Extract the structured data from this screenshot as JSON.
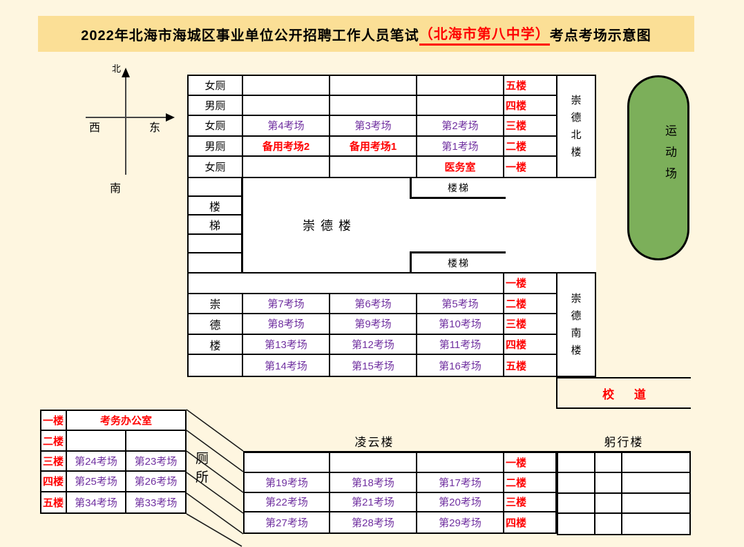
{
  "page": {
    "bg": "#FEF6E0"
  },
  "title": {
    "prefix": "2022年北海市海城区事业单位公开招聘工作人员笔试",
    "highlight": "（北海市第八中学）",
    "suffix": "考点考场示意图",
    "bar_bg": "#FBDF96"
  },
  "compass": {
    "north": "北",
    "west": "西",
    "east": "东",
    "south": "南"
  },
  "sports_field": {
    "label": "运动场",
    "color": "#7CAF5A"
  },
  "north_building": {
    "label": "崇德北楼",
    "rows": [
      {
        "c0": "女厕",
        "c1": "",
        "c2": "",
        "c3": "",
        "floor": "五楼"
      },
      {
        "c0": "男厕",
        "c1": "",
        "c2": "",
        "c3": "",
        "floor": "四楼"
      },
      {
        "c0": "女厕",
        "c1": "第4考场",
        "c2": "第3考场",
        "c3": "第2考场",
        "floor": "三楼"
      },
      {
        "c0": "男厕",
        "c1": "备用考场2",
        "c2": "备用考场1",
        "c3": "第1考场",
        "floor": "二楼"
      },
      {
        "c0": "女厕",
        "c1": "",
        "c2": "",
        "c3": "医务室",
        "floor": "一楼"
      }
    ]
  },
  "middle": {
    "building": "崇德楼",
    "stairs_chars": [
      "楼",
      "梯"
    ],
    "stairs_top": "楼梯",
    "stairs_bottom": "楼梯"
  },
  "south_building": {
    "label": "崇德南楼",
    "rows": [
      {
        "merged": "",
        "floor": "一楼"
      },
      {
        "left": "崇",
        "c1": "第7考场",
        "c2": "第6考场",
        "c3": "第5考场",
        "floor": "二楼"
      },
      {
        "left": "德",
        "c1": "第8考场",
        "c2": "第9考场",
        "c3": "第10考场",
        "floor": "三楼"
      },
      {
        "left": "楼",
        "c1": "第13考场",
        "c2": "第12考场",
        "c3": "第11考场",
        "floor": "四楼"
      },
      {
        "left": "",
        "c1": "第14考场",
        "c2": "第15考场",
        "c3": "第16考场",
        "floor": "五楼"
      }
    ]
  },
  "road": {
    "label": "校 道"
  },
  "office_building": {
    "rows": [
      {
        "floor": "一楼",
        "merged": "考务办公室"
      },
      {
        "floor": "二楼",
        "c1": "",
        "c2": ""
      },
      {
        "floor": "三楼",
        "c1": "第24考场",
        "c2": "第23考场"
      },
      {
        "floor": "四楼",
        "c1": "第25考场",
        "c2": "第26考场"
      },
      {
        "floor": "五楼",
        "c1": "第34考场",
        "c2": "第33考场"
      }
    ]
  },
  "toilet": {
    "label": "厕所"
  },
  "lingyun": {
    "title": "凌云楼",
    "rows": [
      {
        "c1": "",
        "c2": "",
        "c3": "",
        "floor": "一楼"
      },
      {
        "c1": "第19考场",
        "c2": "第18考场",
        "c3": "第17考场",
        "floor": "二楼"
      },
      {
        "c1": "第22考场",
        "c2": "第21考场",
        "c3": "第20考场",
        "floor": "三楼"
      },
      {
        "c1": "第27考场",
        "c2": "第28考场",
        "c3": "第29考场",
        "floor": "四楼"
      }
    ]
  },
  "gongxing": {
    "title": "躬行楼"
  },
  "colors": {
    "red": "#FF0000",
    "purple": "#7030A0",
    "green": "#7CAF5A"
  }
}
